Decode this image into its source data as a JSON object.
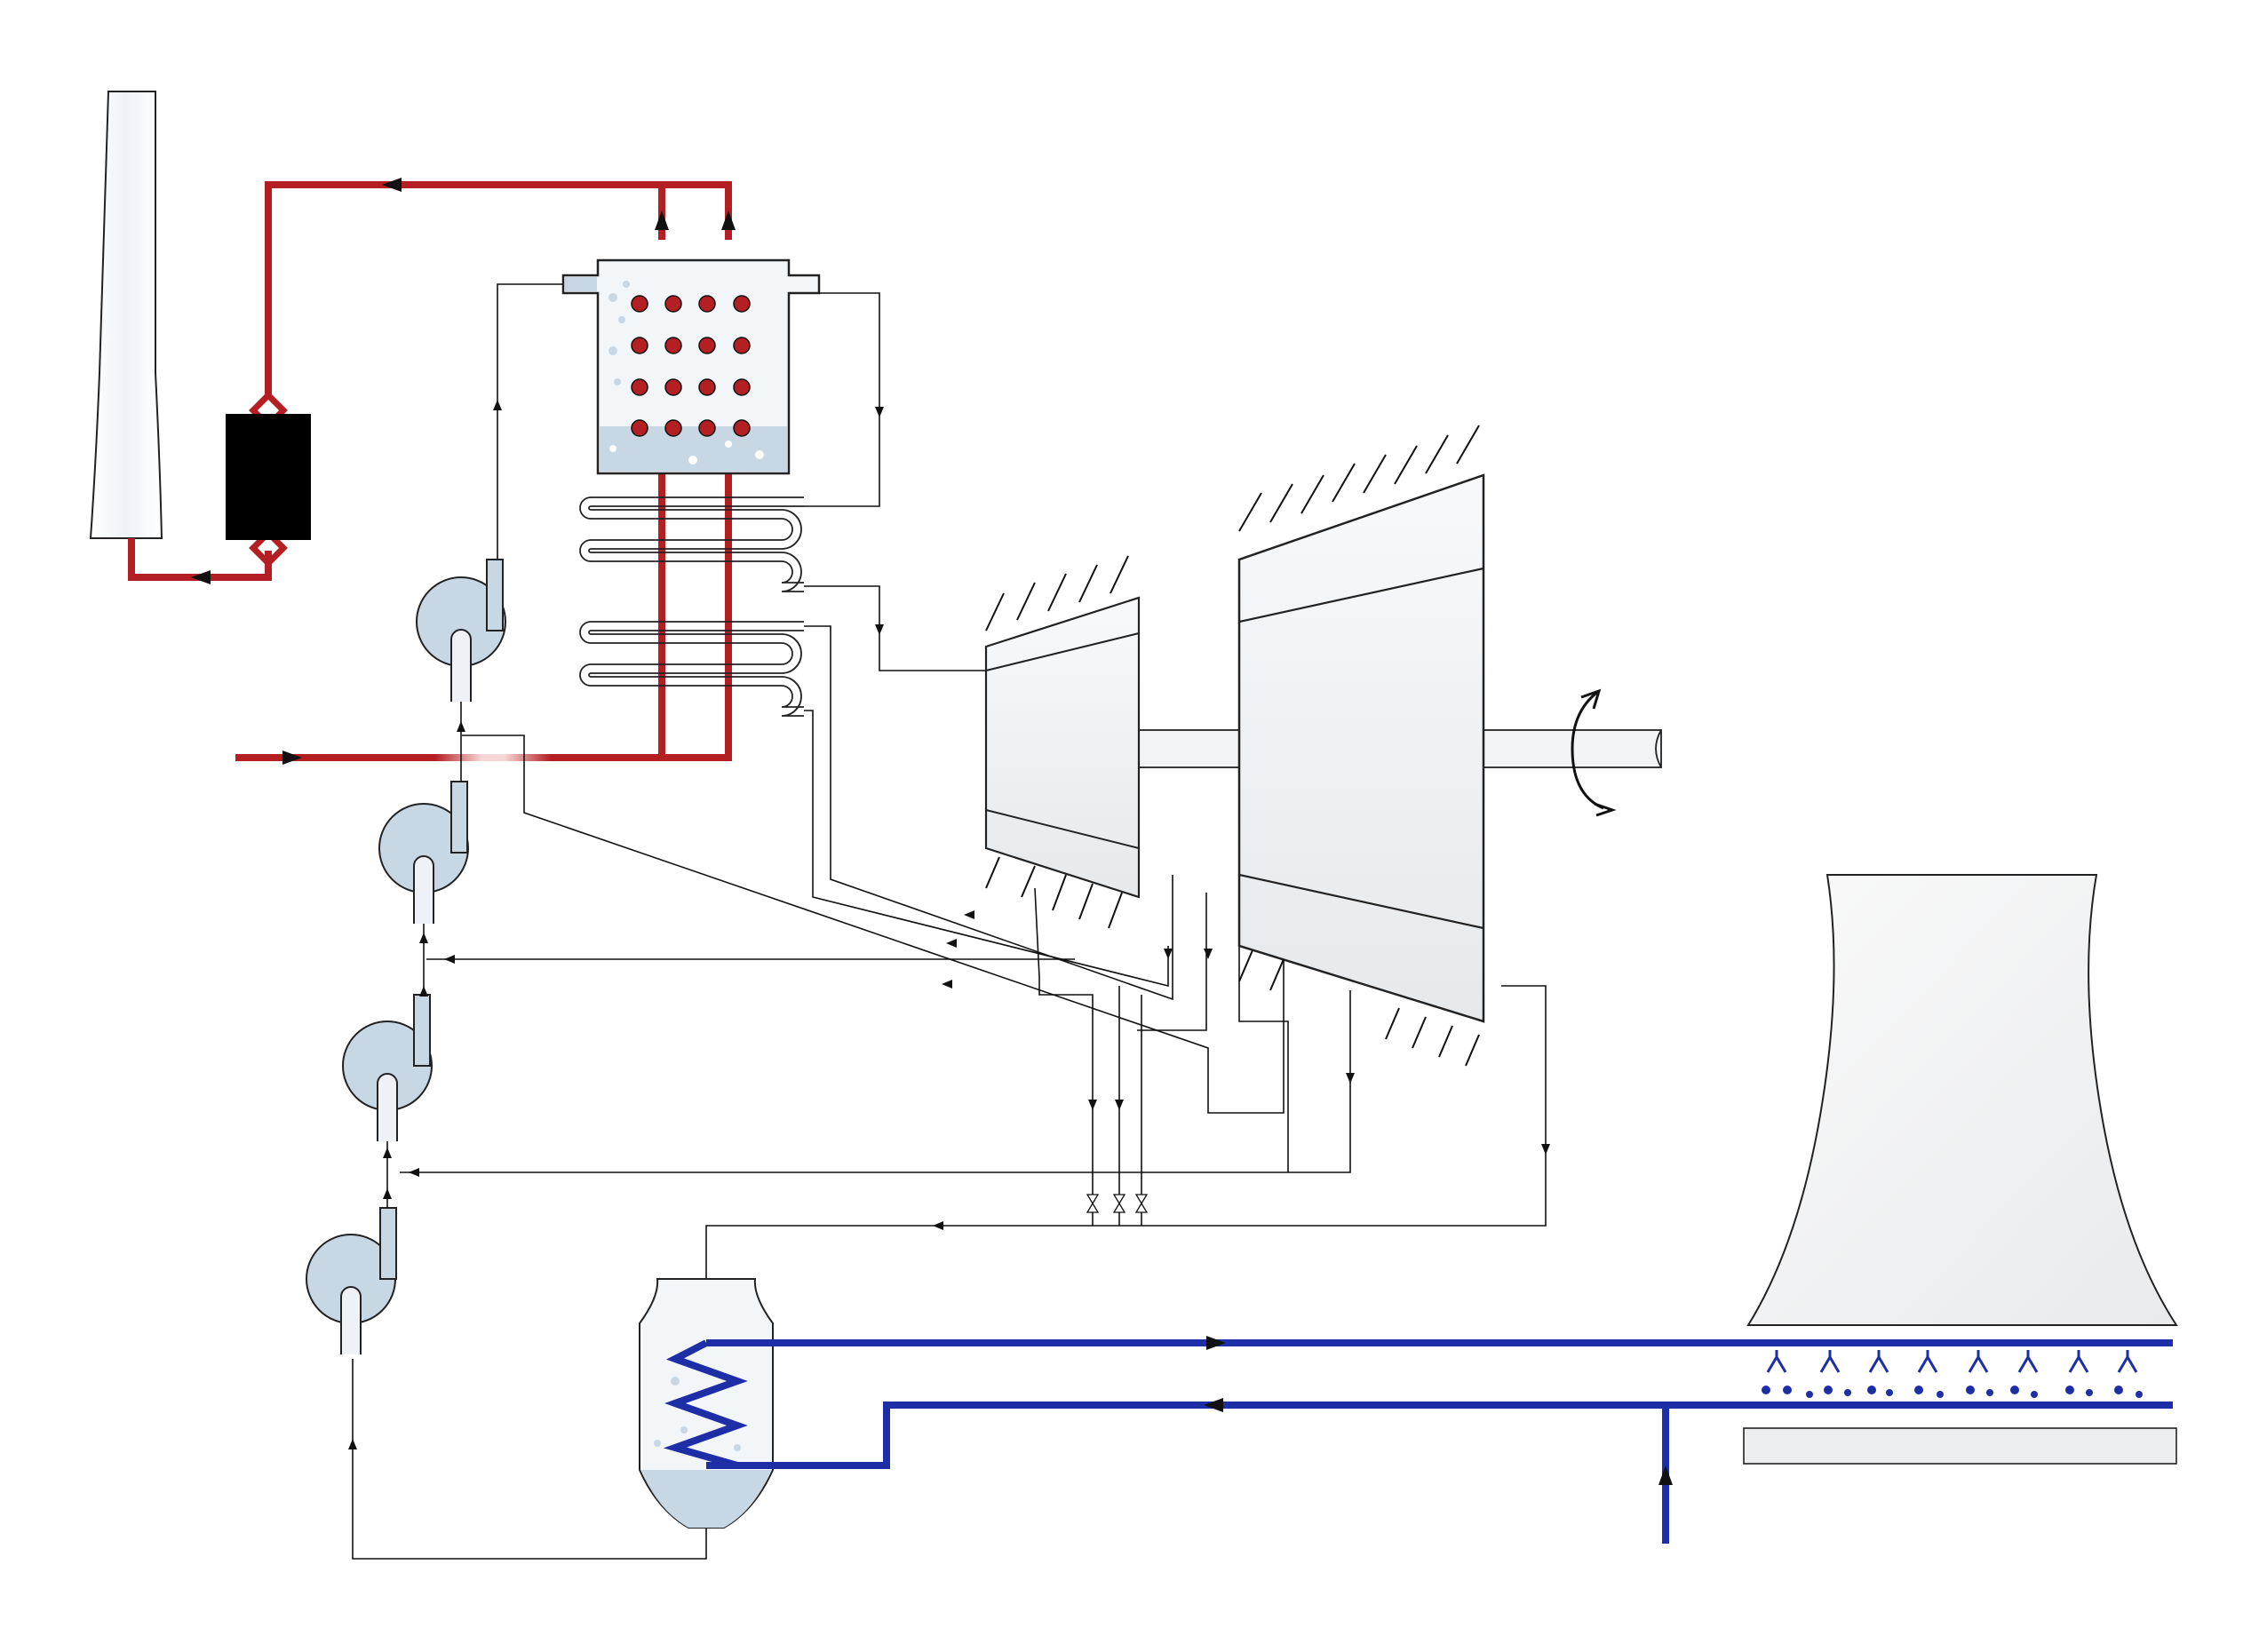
{
  "diagram": {
    "type": "thermal-power-plant-schematic",
    "labels": [],
    "colors": {
      "flue_gas": "#b41f24",
      "cooling_water": "#1e2ea6",
      "steam_water_lines": "#111111",
      "water_fill": "#c7d7e3",
      "equipment_fill": "#eef2f6",
      "stack_fill": "#ffffff",
      "filter_fill": "#000000"
    },
    "components": [
      "chimney-stack",
      "flue-gas-filter",
      "boiler-drum",
      "economizer-coils",
      "high-pressure-turbine",
      "low-pressure-turbine",
      "output-shaft",
      "feedwater-heaters",
      "condenser",
      "cooling-tower"
    ],
    "icons": [
      "rotation-arrow-icon",
      "valve-icon",
      "flow-arrow-icon",
      "water-drop-icon"
    ]
  }
}
